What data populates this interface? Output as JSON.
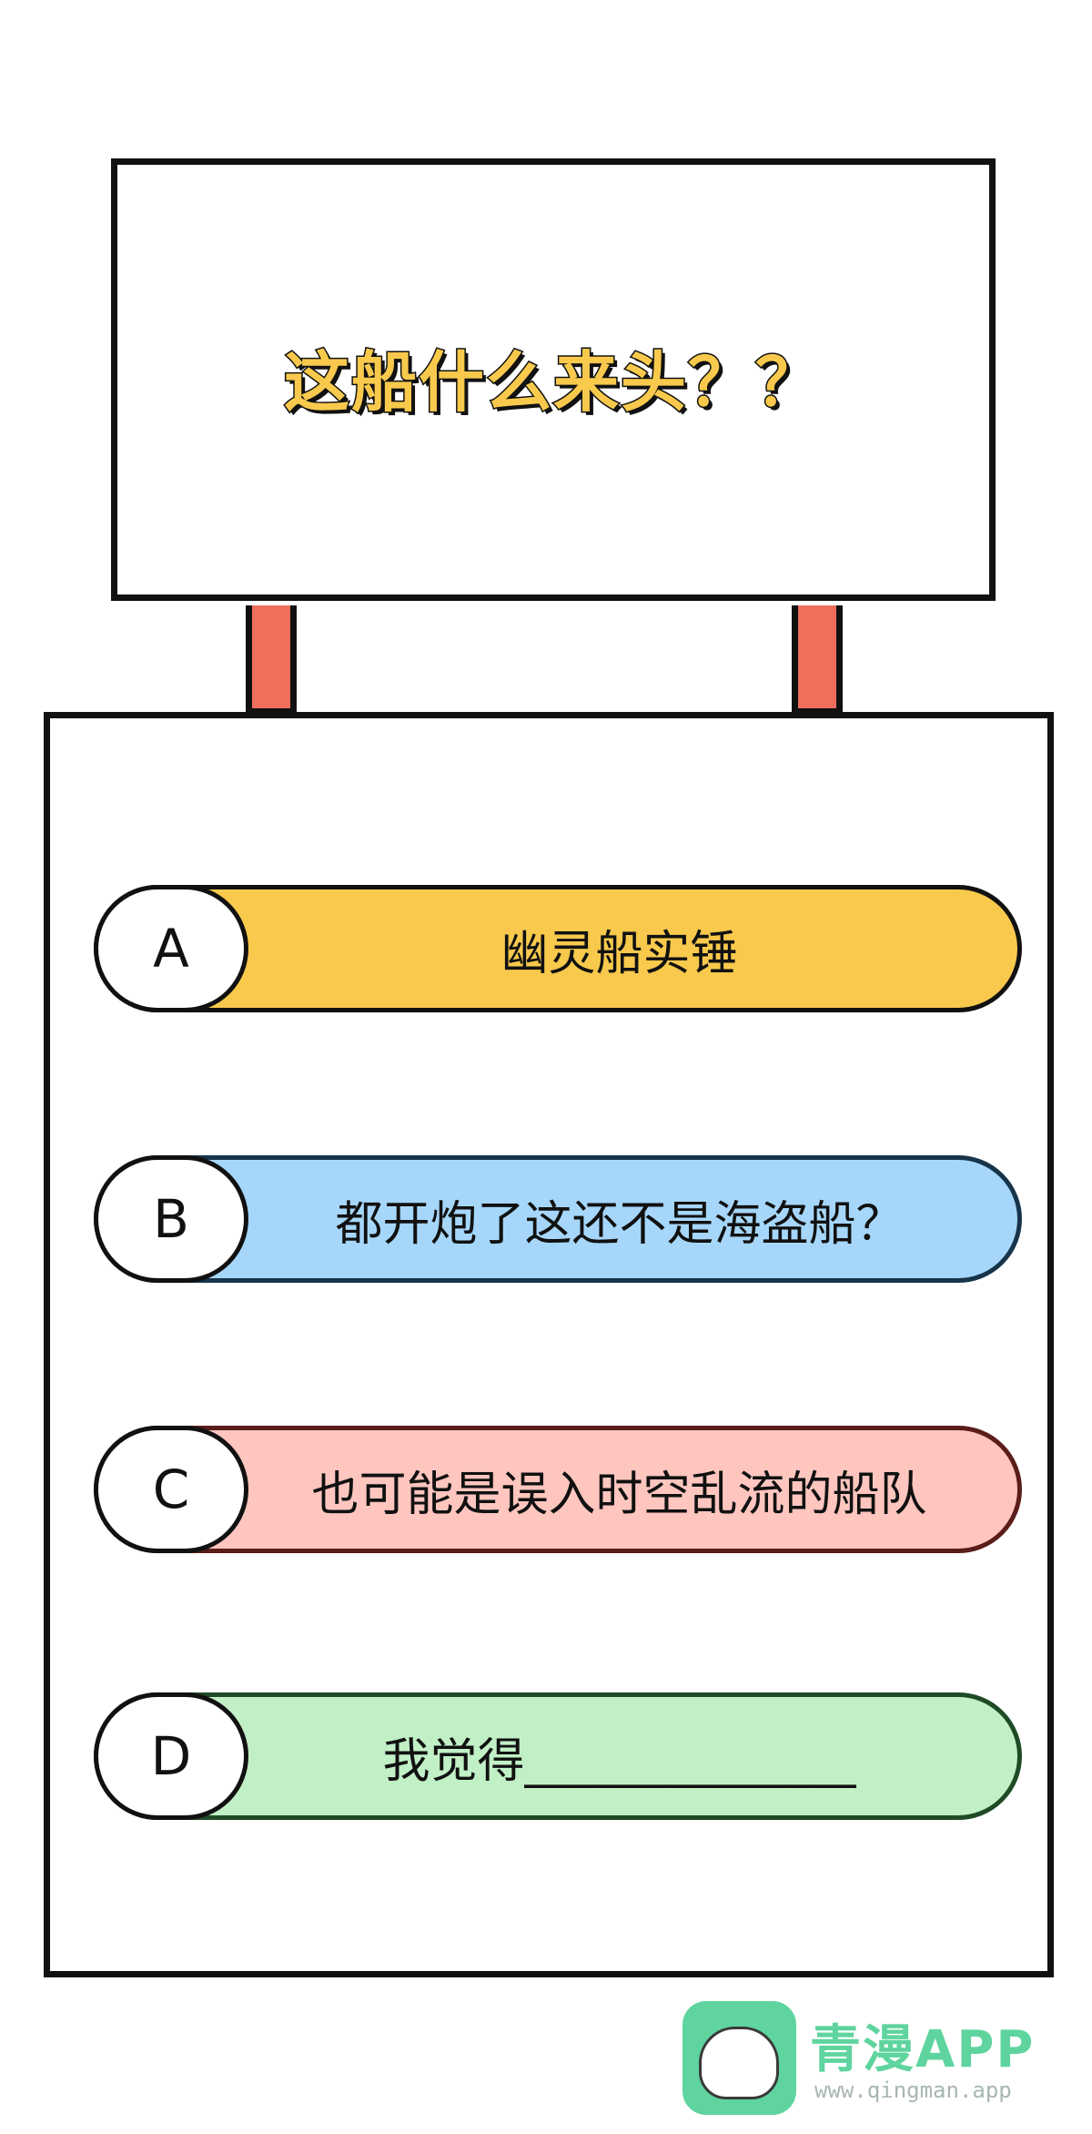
{
  "question": "这船什么来头？？",
  "options": [
    {
      "letter": "A",
      "text": "幽灵船实锤",
      "color": "#f8c94c",
      "border": "#111111"
    },
    {
      "letter": "B",
      "text": "都开炮了这还不是海盗船？",
      "color": "#a6d7fa",
      "border": "#17344a"
    },
    {
      "letter": "C",
      "text": "也可能是误入时空乱流的船队",
      "color": "#fec6bf",
      "border": "#5a1d1a"
    },
    {
      "letter": "D",
      "text": "我觉得______________",
      "color": "#c2f0c6",
      "border": "#1f4a26"
    }
  ],
  "watermark": {
    "brand": "青漫APP",
    "url": "www.qingman.app"
  },
  "colors": {
    "post": "#ef6f5b",
    "title": "#f8c94c"
  }
}
